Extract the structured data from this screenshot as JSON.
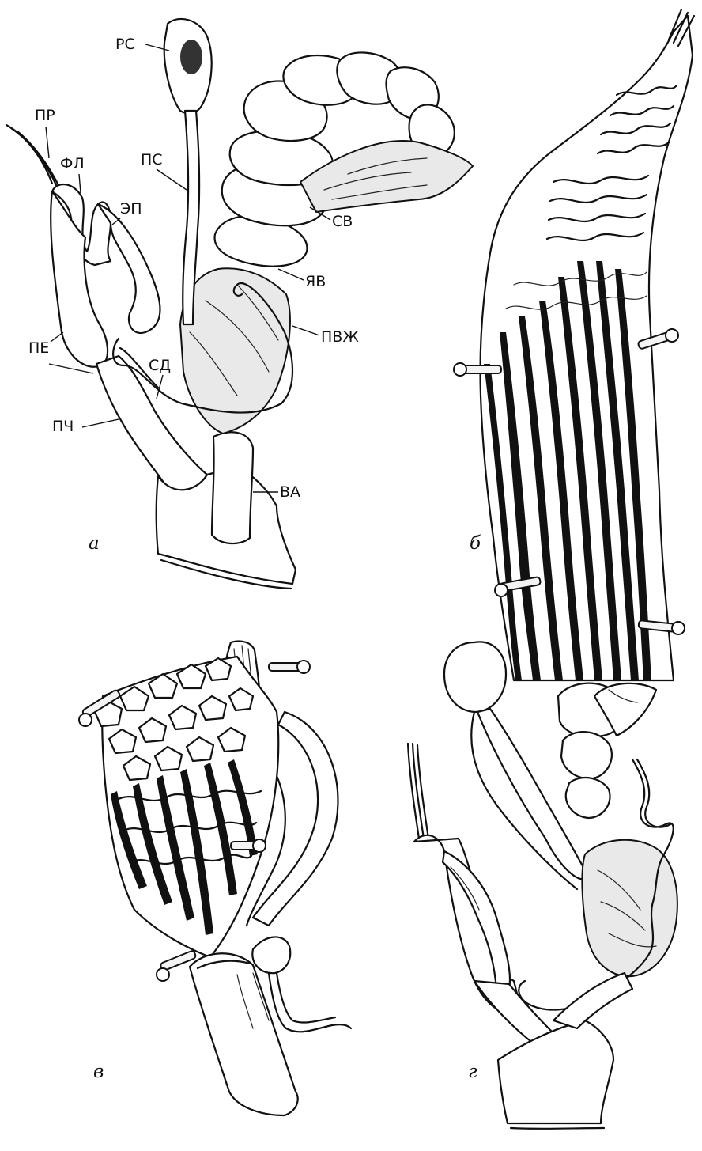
{
  "panels": [
    {
      "id": "a",
      "letter": "а"
    },
    {
      "id": "b",
      "letter": "б"
    },
    {
      "id": "v",
      "letter": "в"
    },
    {
      "id": "g",
      "letter": "г"
    }
  ],
  "labels": {
    "pr": "ПР",
    "fl": "ФЛ",
    "ep": "ЭП",
    "pe": "ПЕ",
    "pch": "ПЧ",
    "rs": "РС",
    "ps": "ПС",
    "sv": "СВ",
    "yav": "ЯВ",
    "pvzh": "ПВЖ",
    "sd": "СД",
    "va": "ВА"
  }
}
